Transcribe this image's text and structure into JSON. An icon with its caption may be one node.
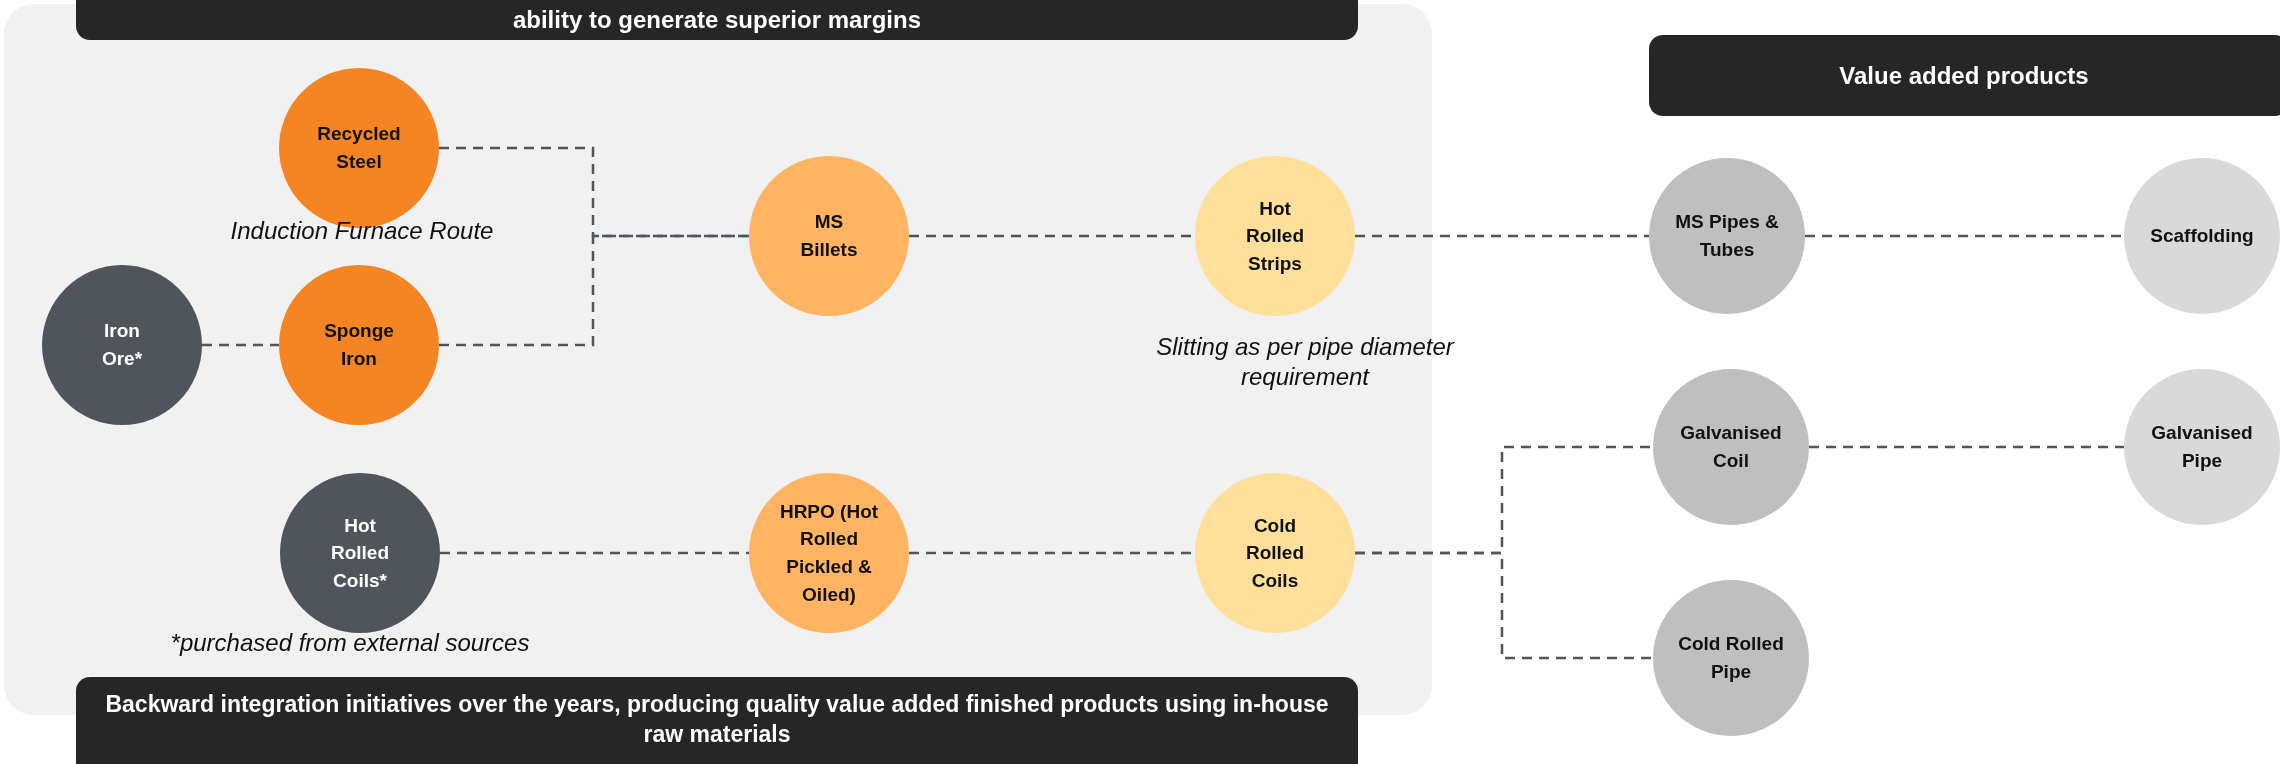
{
  "diagram": {
    "nodes": [
      {
        "text": [
          "ability to generate superior margins"
        ]
      },
      {
        "text": [
          "Value added products"
        ]
      },
      {
        "text": [
          "Recycled Steel"
        ]
      },
      {
        "text": [
          "Iron Ore*"
        ]
      },
      {
        "text": [
          "Sponge Iron"
        ]
      },
      {
        "text": [
          "MS Billets"
        ]
      },
      {
        "text": [
          "Hot Rolled Strips"
        ],
        "beside": [
          "Slitting as per pipe diameter requirement"
        ]
      },
      {
        "text": [
          "MS Pipes & Tubes"
        ]
      },
      {
        "text": [
          "Scaffolding"
        ]
      },
      {
        "text": [
          "Galvanised Coil"
        ]
      },
      {
        "text": [
          "Galvanised Pipe"
        ]
      },
      {
        "text": [
          "Hot Rolled Coils*"
        ]
      },
      {
        "text": [
          "HRPO (Hot Rolled Pickled & Oiled)"
        ]
      },
      {
        "text": [
          "Cold Rolled Coils"
        ]
      },
      {
        "text": [
          "Cold Rolled Pipe"
        ]
      },
      {
        "text": [
          "Backward integration initiatives over the years, producing quality value added finished products using in-house raw materials"
        ]
      }
    ],
    "edges": [
      {
        "from": 2,
        "to": 5,
        "arrow": "none",
        "style": "dashed"
      },
      {
        "from": 4,
        "to": 5,
        "arrow": "none",
        "style": "dashed"
      },
      {
        "from": 3,
        "to": 4,
        "arrow": "none",
        "style": "dashed"
      },
      {
        "from": 5,
        "to": 6,
        "arrow": "none",
        "style": "dashed"
      },
      {
        "from": 6,
        "to": 7,
        "arrow": "none",
        "style": "dashed"
      },
      {
        "from": 7,
        "to": 8,
        "arrow": "none",
        "style": "dashed"
      },
      {
        "from": 11,
        "to": 12,
        "arrow": "none",
        "style": "dashed"
      },
      {
        "from": 12,
        "to": 13,
        "arrow": "none",
        "style": "dashed"
      },
      {
        "from": 13,
        "to": 9,
        "arrow": "none",
        "style": "dashed"
      },
      {
        "from": 13,
        "to": 14,
        "arrow": "none",
        "style": "dashed"
      },
      {
        "from": 9,
        "to": 10,
        "arrow": "none",
        "style": "dashed"
      }
    ],
    "labels": [
      "Induction Furnace Route",
      "*purchased from external sources"
    ]
  }
}
